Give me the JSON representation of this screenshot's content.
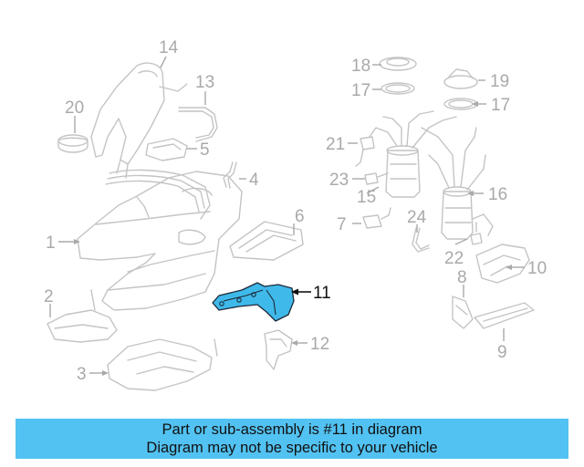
{
  "diagram": {
    "highlighted_part": "11",
    "highlight_color": "#3fb9ea",
    "callouts": {
      "c1": "1",
      "c2": "2",
      "c3": "3",
      "c4": "4",
      "c5": "5",
      "c6": "6",
      "c7": "7",
      "c8": "8",
      "c9": "9",
      "c10": "10",
      "c11": "11",
      "c12": "12",
      "c13": "13",
      "c14": "14",
      "c15": "15",
      "c16": "16",
      "c17a": "17",
      "c17b": "17",
      "c18": "18",
      "c19": "19",
      "c20": "20",
      "c21": "21",
      "c22": "22",
      "c23": "23",
      "c24": "24"
    }
  },
  "banner": {
    "line1": "Part or sub-assembly is #11 in diagram",
    "line2": "Diagram may not be specific to your vehicle",
    "background": "#52c2f2"
  }
}
